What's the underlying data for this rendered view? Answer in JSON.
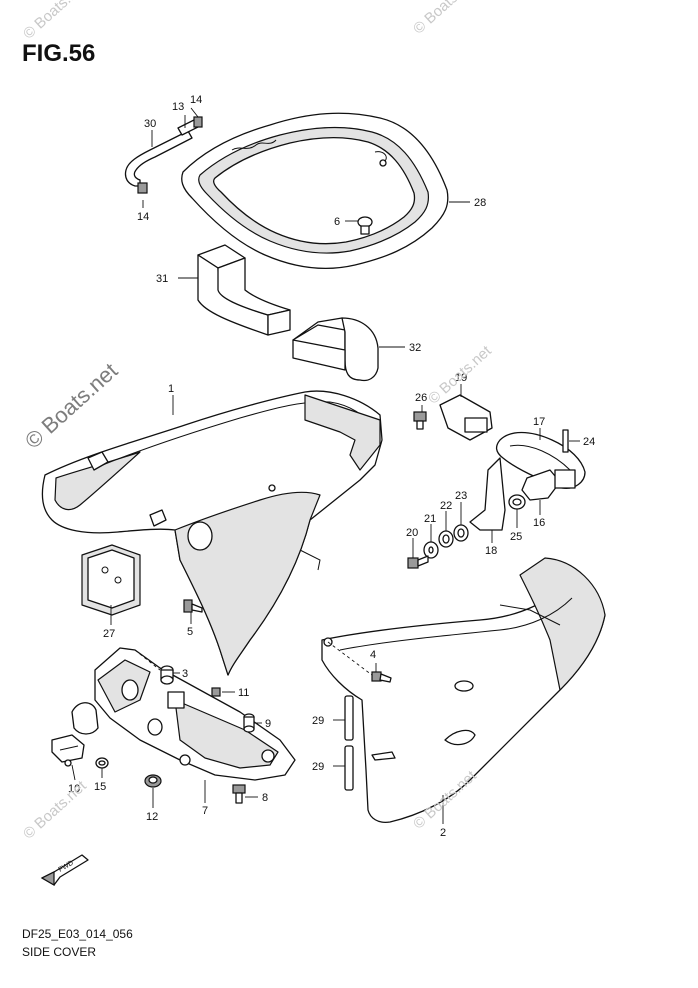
{
  "figure": {
    "title": "FIG.56",
    "code": "DF25_E03_014_056",
    "name": "SIDE COVER"
  },
  "watermarks": {
    "main": "© Boats.net",
    "small": "© Boats.net"
  },
  "callouts": {
    "p1": "1",
    "p2": "2",
    "p3": "3",
    "p4": "4",
    "p5": "5",
    "p6": "6",
    "p7": "7",
    "p8": "8",
    "p9": "9",
    "p10": "10",
    "p11": "11",
    "p12": "12",
    "p13": "13",
    "p14a": "14",
    "p14b": "14",
    "p15": "15",
    "p16": "16",
    "p17": "17",
    "p18": "18",
    "p19": "19",
    "p20": "20",
    "p21": "21",
    "p22": "22",
    "p23": "23",
    "p24": "24",
    "p25": "25",
    "p26": "26",
    "p27": "27",
    "p28": "28",
    "p29a": "29",
    "p29b": "29",
    "p30": "30",
    "p31": "31",
    "p32": "32"
  },
  "fwd_label": "FWD"
}
